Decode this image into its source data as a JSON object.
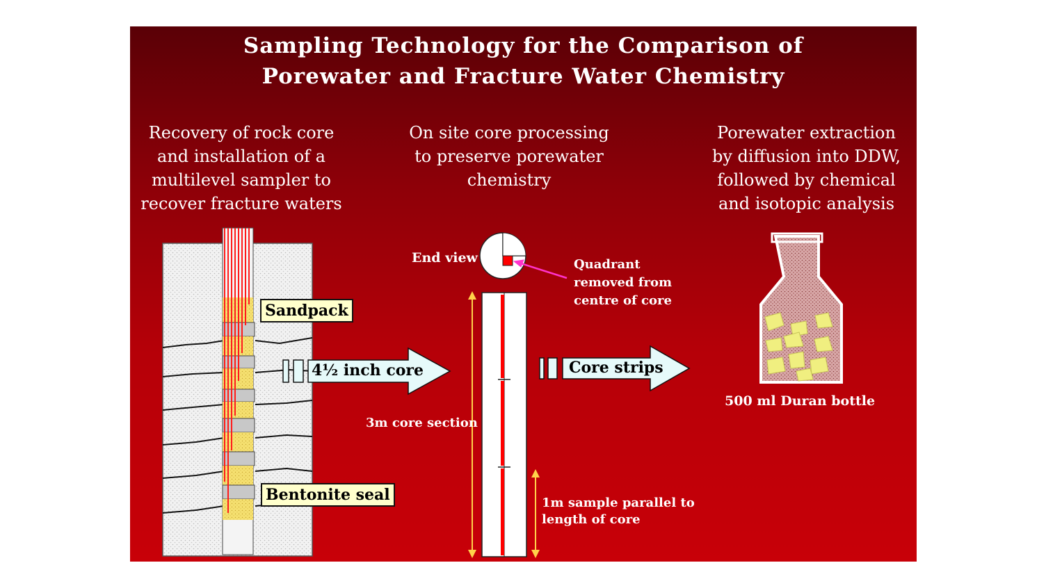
{
  "slide": {
    "title_line1": "Sampling Technology for the Comparison of",
    "title_line2": "Porewater and Fracture Water Chemistry"
  },
  "columns": [
    {
      "lines": [
        "Recovery of rock core",
        "and installation of a",
        "multilevel sampler to",
        "recover fracture waters"
      ]
    },
    {
      "lines": [
        "On site core processing",
        "to preserve porewater",
        "chemistry"
      ]
    },
    {
      "lines": [
        "Porewater extraction",
        "by diffusion into DDW,",
        "followed by chemical",
        "and isotopic analysis"
      ]
    }
  ],
  "labels": {
    "sandpack": "Sandpack",
    "bentonite": "Bentonite seal",
    "core_arrow": "4½ inch core",
    "end_view": "End view",
    "quadrant_line1": "Quadrant",
    "quadrant_line2": "removed from",
    "quadrant_line3": "centre of core",
    "core_section": "3m core section",
    "sample_line1": "1m sample parallel to",
    "sample_line2": "length of core",
    "strips_arrow": "Core strips",
    "bottle": "500 ml Duran bottle"
  },
  "colors": {
    "background_top": "#5a0006",
    "background_bottom": "#c80008",
    "arrow_fill": "#e6fafa",
    "callout_fill": "#ffffcc",
    "sandpack_fill": "#f5e070",
    "pointer": "#ff33cc"
  }
}
